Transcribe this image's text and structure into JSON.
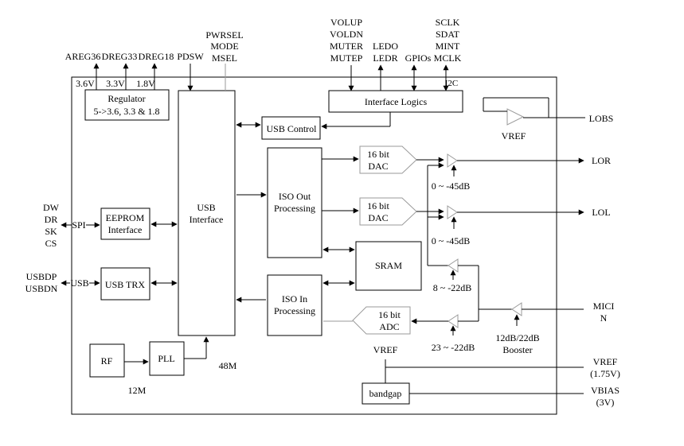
{
  "blocks": {
    "regulator_title": "Regulator",
    "regulator_sub": "5->3.6, 3.3 & 1.8",
    "usb_interface_1": "USB",
    "usb_interface_2": "Interface",
    "usb_control": "USB Control",
    "interface_logics": "Interface Logics",
    "iso_out_1": "ISO Out",
    "iso_out_2": "Processing",
    "iso_in_1": "ISO In",
    "iso_in_2": "Processing",
    "dac1_1": "16 bit",
    "dac1_2": "DAC",
    "dac2_1": "16 bit",
    "dac2_2": "DAC",
    "adc_1": "16 bit",
    "adc_2": "ADC",
    "sram": "SRAM",
    "eeprom_1": "EEPROM",
    "eeprom_2": "Interface",
    "usb_trx": "USB TRX",
    "rf": "RF",
    "pll": "PLL",
    "bandgap": "bandgap"
  },
  "top_labels": {
    "areg36": "AREG36",
    "dreg33": "DREG33",
    "dreg18": "DREG18",
    "v36": "3.6V",
    "v33": "3.3V",
    "v18": "1.8V",
    "pdsw": "PDSW",
    "pwrsel": "PWRSEL",
    "mode": "MODE",
    "msel": "MSEL",
    "volup": "VOLUP",
    "voldn": "VOLDN",
    "muter": "MUTER",
    "mutep": "MUTEP",
    "ledo": "LEDO",
    "ledr": "LEDR",
    "gpios": "GPIOs",
    "sclk": "SCLK",
    "sdat": "SDAT",
    "mint": "MINT",
    "mclk": "MCLK",
    "i2c": "I2C"
  },
  "left_labels": {
    "dw": "DW",
    "dr": "DR",
    "sk": "SK",
    "cs": "CS",
    "spi": "SPI",
    "usbdp": "USBDP",
    "usbdn": "USBDN",
    "usb": "USB"
  },
  "right_labels": {
    "lobs": "LOBS",
    "vref_int": "VREF",
    "lor": "LOR",
    "lol": "LOL",
    "gain1": "0 ~ -45dB",
    "gain2": "0 ~ -45dB",
    "gain3": "8 ~ -22dB",
    "gain4": "23 ~ -22dB",
    "mici_1": "MICI",
    "mici_2": "N",
    "booster_1": "12dB/22dB",
    "booster_2": "Booster",
    "vref_bg": "VREF",
    "vref_out_1": "VREF",
    "vref_out_2": "(1.75V)",
    "vbias_1": "VBIAS",
    "vbias_2": "(3V)"
  },
  "bottom_labels": {
    "m12": "12M",
    "m48": "48M"
  }
}
